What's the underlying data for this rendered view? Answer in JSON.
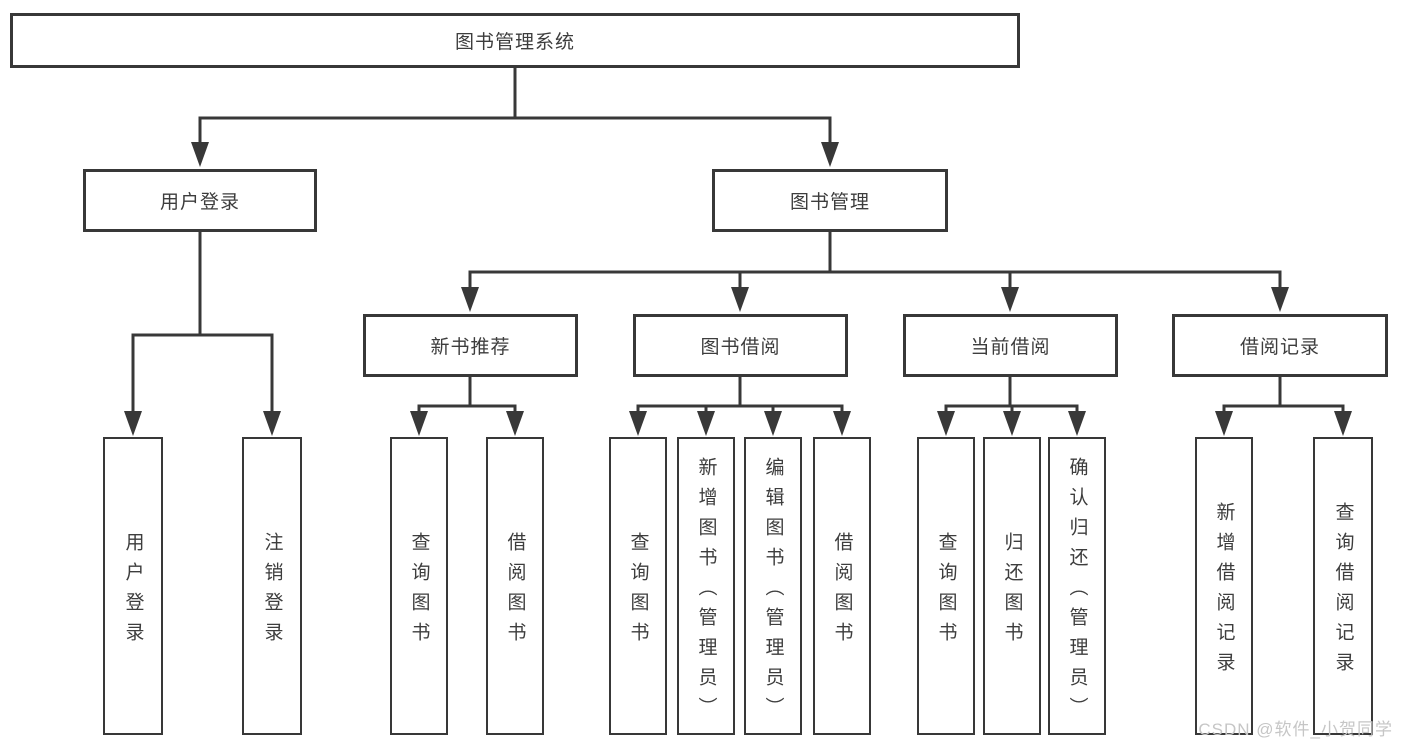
{
  "tree": {
    "root": {
      "label": "图书管理系统",
      "children": [
        {
          "label": "用户登录",
          "children": [
            {
              "label": "用户登录"
            },
            {
              "label": "注销登录"
            }
          ]
        },
        {
          "label": "图书管理",
          "children": [
            {
              "label": "新书推荐",
              "children": [
                {
                  "label": "查询图书"
                },
                {
                  "label": "借阅图书"
                }
              ]
            },
            {
              "label": "图书借阅",
              "children": [
                {
                  "label": "查询图书"
                },
                {
                  "label": "新增图书（管理员）"
                },
                {
                  "label": "编辑图书（管理员）"
                },
                {
                  "label": "借阅图书"
                }
              ]
            },
            {
              "label": "当前借阅",
              "children": [
                {
                  "label": "查询图书"
                },
                {
                  "label": "归还图书"
                },
                {
                  "label": "确认归还（管理员）"
                }
              ]
            },
            {
              "label": "借阅记录",
              "children": [
                {
                  "label": "新增借阅记录"
                },
                {
                  "label": "查询借阅记录"
                }
              ]
            }
          ]
        }
      ]
    }
  },
  "watermark": {
    "text": "CSDN @软件_小贺同学"
  },
  "colors": {
    "line": "#383838",
    "border": "#383838",
    "text": "#3d3d3d",
    "watermark": "#c6c6c6",
    "background": "#ffffff"
  }
}
